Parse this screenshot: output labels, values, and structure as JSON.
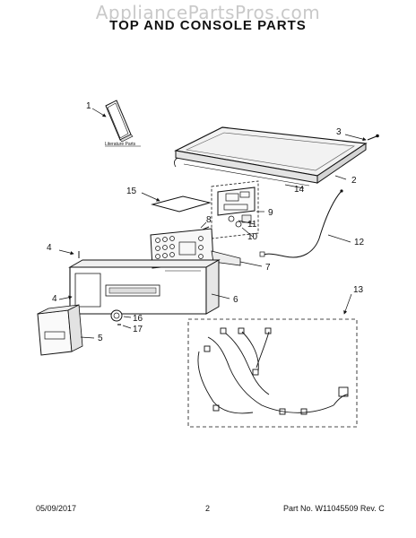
{
  "header": {
    "watermark": "AppliancePartsPros.com",
    "title": "TOP AND CONSOLE PARTS"
  },
  "callouts": {
    "c1": "1",
    "c2": "2",
    "c3": "3",
    "c4a": "4",
    "c4b": "4",
    "c5": "5",
    "c6": "6",
    "c7": "7",
    "c8": "8",
    "c9": "9",
    "c10": "10",
    "c11": "11",
    "c12": "12",
    "c13": "13",
    "c14": "14",
    "c15": "15",
    "c16": "16",
    "c17": "17"
  },
  "literature_label": "Literature Parts",
  "footer": {
    "date": "05/09/2017",
    "page": "2",
    "part_no": "Part No. W11045509  Rev. C"
  }
}
